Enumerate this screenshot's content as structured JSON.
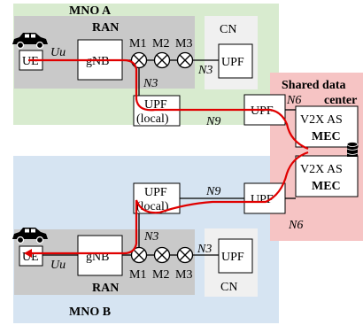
{
  "regions": {
    "mno_a": "MNO A",
    "mno_b": "MNO B",
    "shared_dc_line1": "Shared data",
    "shared_dc_line2": "center"
  },
  "ran_a": {
    "title": "RAN"
  },
  "ran_b": {
    "title": "RAN"
  },
  "cn_a": {
    "title": "CN"
  },
  "cn_b": {
    "title": "CN"
  },
  "nodes": {
    "ue": "UE",
    "gnb": "gNB",
    "upf": "UPF",
    "upf_local_line1": "UPF",
    "upf_local_line2": "(local)",
    "v2x_as": "V2X AS",
    "mec": "MEC"
  },
  "interfaces": {
    "uu": "Uu",
    "n3": "N3",
    "n6": "N6",
    "n9": "N9"
  },
  "ran_nodes": [
    "M1",
    "M2",
    "M3"
  ],
  "colors": {
    "mno_a_bg": "#d8ebcf",
    "mno_b_bg": "#d6e4f2",
    "ran_bg": "#c9c9c9",
    "cn_bg": "#f0f0f0",
    "shared_bg": "#f6c4c4",
    "path": "#e00000"
  },
  "icons": [
    "car-icon",
    "database-icon"
  ]
}
